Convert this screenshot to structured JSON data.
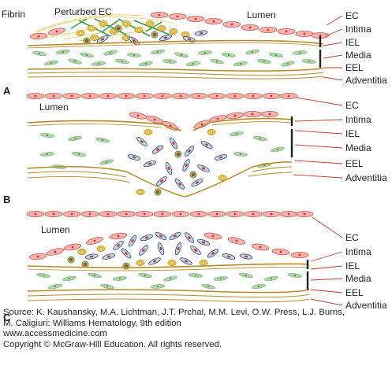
{
  "panels": [
    {
      "letter": "A",
      "labels": {
        "fibrin": "Fibrin",
        "perturbed_ec": "Perturbed EC",
        "lumen": "Lumen"
      },
      "layers": [
        "EC",
        "Intima",
        "IEL",
        "Media",
        "EEL",
        "Adventitia"
      ]
    },
    {
      "letter": "B",
      "labels": {
        "lumen": "Lumen"
      },
      "layers": [
        "EC",
        "Intima",
        "IEL",
        "Media",
        "EEL",
        "Adventitia"
      ]
    },
    {
      "letter": "C",
      "labels": {
        "lumen": "Lumen"
      },
      "layers": [
        "EC",
        "Intima",
        "IEL",
        "Media",
        "EEL",
        "Adventitia"
      ]
    }
  ],
  "caption": {
    "line1": "Source: K. Kaushansky, M.A. Lichtman, J.T. Prchal, M.M. Levi, O.W. Press, L.J. Burns,",
    "line2": "M. Caligiuri: Williams Hematology, 9th edition",
    "line3": "www.accessmedicine.com",
    "line4": "Copyright © McGraw-Hill Education.  All rights reserved."
  },
  "colors": {
    "endothelial": "#f4b3ae",
    "endothelial_border": "#c0392b",
    "smooth_muscle": "#a8d8a6",
    "smooth_muscle_border": "#5a9b5a",
    "elastic_lamina": "#b58a24",
    "platelet": "#f2c230",
    "migrating_cell": "#bcd7ee",
    "migrating_cell_border": "#2c2c5a",
    "fibrin": "#2e9e44",
    "leader": "#c0392b",
    "nucleus": "#c0392b"
  }
}
